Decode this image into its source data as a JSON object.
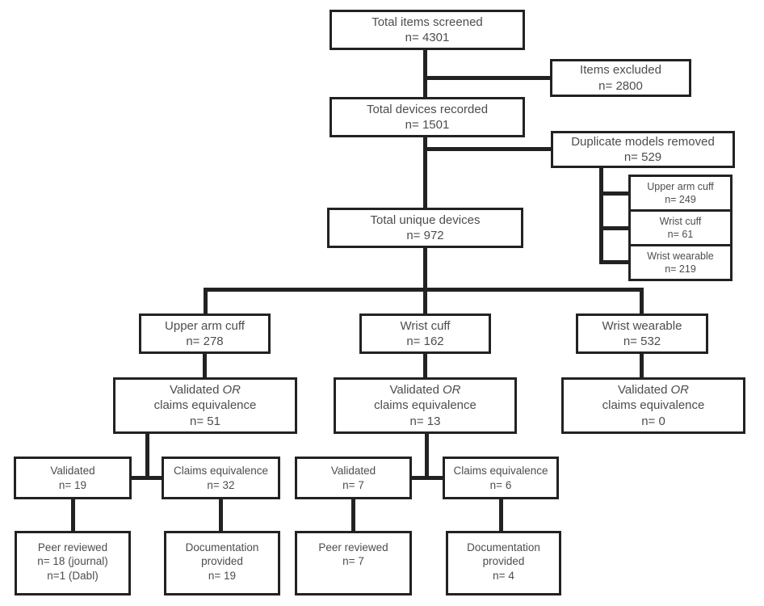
{
  "colors": {
    "border": "#222222",
    "text": "#4d4d4d",
    "background": "#ffffff"
  },
  "boxes": {
    "total_screened": {
      "l1": "Total items screened",
      "l2": "n= 4301"
    },
    "items_excluded": {
      "l1": "Items excluded",
      "l2": "n= 2800"
    },
    "total_recorded": {
      "l1": "Total devices recorded",
      "l2": "n= 1501"
    },
    "duplicates_removed": {
      "l1": "Duplicate models removed",
      "l2": "n= 529"
    },
    "dup_upper_arm": {
      "l1": "Upper arm cuff",
      "l2": "n= 249"
    },
    "dup_wrist_cuff": {
      "l1": "Wrist cuff",
      "l2": "n= 61"
    },
    "dup_wrist_wearable": {
      "l1": "Wrist wearable",
      "l2": "n= 219"
    },
    "total_unique": {
      "l1": "Total unique devices",
      "l2": "n= 972"
    },
    "upper_arm": {
      "l1": "Upper arm cuff",
      "l2": "n= 278"
    },
    "wrist_cuff": {
      "l1": "Wrist cuff",
      "l2": "n= 162"
    },
    "wrist_wearable": {
      "l1": "Wrist wearable",
      "l2": "n= 532"
    },
    "val_or_upper": {
      "l1a": "Validated",
      "l1b": "OR",
      "l2": "claims equivalence",
      "l3": "n= 51"
    },
    "val_or_wrist": {
      "l1a": "Validated",
      "l1b": "OR",
      "l2": "claims equivalence",
      "l3": "n= 13"
    },
    "val_or_wearable": {
      "l1a": "Validated",
      "l1b": "OR",
      "l2": "claims equivalence",
      "l3": "n= 0"
    },
    "validated_upper": {
      "l1": "Validated",
      "l2": "n= 19"
    },
    "claims_upper": {
      "l1": "Claims equivalence",
      "l2": "n= 32"
    },
    "validated_wrist": {
      "l1": "Validated",
      "l2": "n= 7"
    },
    "claims_wrist": {
      "l1": "Claims equivalence",
      "l2": "n= 6"
    },
    "peer_upper": {
      "l1": "Peer reviewed",
      "l2": "n= 18 (journal)",
      "l3": "n=1 (Dabl)"
    },
    "doc_upper": {
      "l1": "Documentation",
      "l2": "provided",
      "l3": "n= 19"
    },
    "peer_wrist": {
      "l1": "Peer reviewed",
      "l2": "n= 7"
    },
    "doc_wrist": {
      "l1": "Documentation",
      "l2": "provided",
      "l3": "n= 4"
    }
  }
}
